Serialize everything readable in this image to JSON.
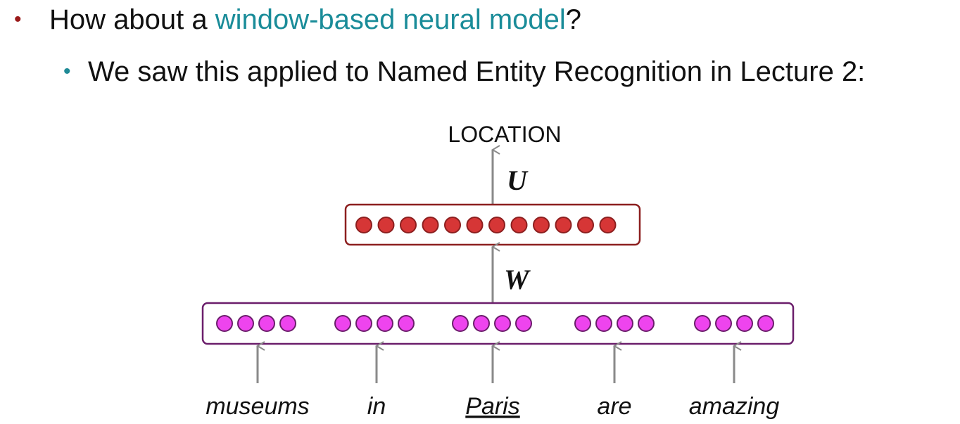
{
  "bullets": {
    "b1_prefix": "How about a ",
    "b1_highlight": "window-based neural model",
    "b1_suffix": "?",
    "b2_text": "We saw this applied to Named Entity Recognition in Lecture 2:"
  },
  "diagram": {
    "output_label": "LOCATION",
    "top_weight": "U",
    "bottom_weight": "W",
    "hidden_units": 12,
    "units_per_word": 4,
    "words": [
      "museums",
      "in",
      "Paris",
      "are",
      "amazing"
    ],
    "center_word_index": 2
  },
  "colors": {
    "bullet_primary": "#9a1a1a",
    "bullet_secondary": "#1f8a96",
    "highlight": "#1a8c99",
    "hidden_fill": "#d63636",
    "hidden_border": "#8c1f1f",
    "input_fill": "#ee44ee",
    "input_border": "#6b1e6b",
    "arrow": "#8a8a8a"
  }
}
